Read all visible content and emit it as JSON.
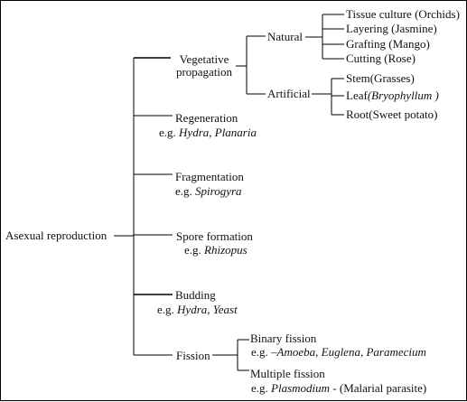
{
  "root": "Asexual reproduction",
  "eg_prefix": "e.g.",
  "vegetative": {
    "label_line1": "Vegetative",
    "label_line2": "propagation",
    "natural": {
      "label": "Natural",
      "items": [
        "Tissue culture (Orchids)",
        "Layering (Jasmine)",
        "Grafting (Mango)",
        "Cutting (Rose)"
      ]
    },
    "artificial": {
      "label": "Artificial",
      "stem": "Stem(Grasses)",
      "leaf_label": "Leaf",
      "leaf_example": "(Bryophyllum )",
      "root": "Root(Sweet potato)"
    }
  },
  "regeneration": {
    "label": "Regeneration",
    "example": "Hydra, Planaria"
  },
  "fragmentation": {
    "label": "Fragmentation",
    "example": "Spirogyra"
  },
  "spore": {
    "label": "Spore formation",
    "example": "Rhizopus"
  },
  "budding": {
    "label": "Budding",
    "example": "Hydra, Yeast"
  },
  "fission": {
    "label": "Fission",
    "binary_label": "Binary fission",
    "binary_dash": "–",
    "binary_examples": "Amoeba, Euglena, Paramecium",
    "multiple_label": "Multiple fission",
    "multiple_organism": "Plasmodium",
    "multiple_note": "- (Malarial parasite)"
  }
}
